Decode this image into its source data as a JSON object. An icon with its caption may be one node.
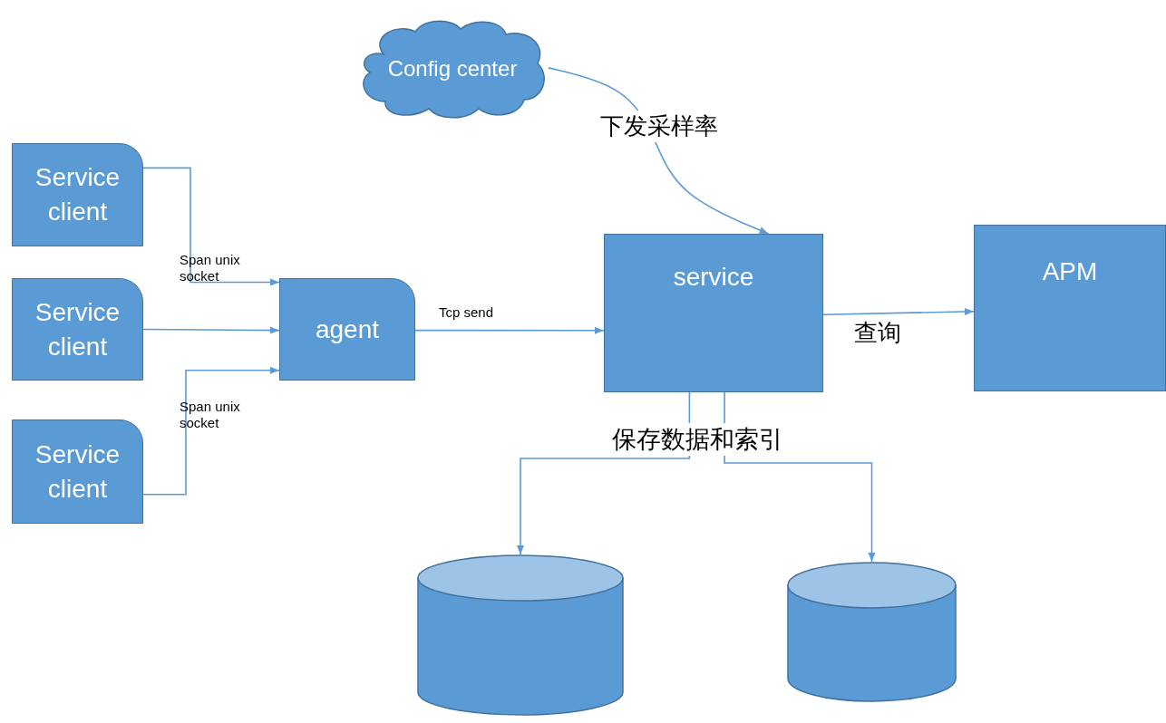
{
  "diagram": {
    "nodes": [
      {
        "text": [
          "Config center"
        ]
      },
      {
        "text": [
          "Service client"
        ]
      },
      {
        "text": [
          "Service client"
        ]
      },
      {
        "text": [
          "Service client"
        ]
      },
      {
        "text": [
          "agent"
        ]
      },
      {
        "text": [
          "service"
        ]
      },
      {
        "text": [
          "APM"
        ]
      },
      {
        "text": [],
        "shape": "cylinder"
      },
      {
        "text": [],
        "shape": "cylinder"
      }
    ],
    "edges": [
      {
        "from": 0,
        "to": 5,
        "arrow": "to",
        "label": "下发采样率"
      },
      {
        "from": 1,
        "to": 4,
        "arrow": "to",
        "label": "Span unix socket"
      },
      {
        "from": 2,
        "to": 4,
        "arrow": "to"
      },
      {
        "from": 3,
        "to": 4,
        "arrow": "to",
        "label": "Span unix socket"
      },
      {
        "from": 4,
        "to": 5,
        "arrow": "to",
        "label": "Tcp send"
      },
      {
        "from": 5,
        "to": 6,
        "arrow": "to",
        "label": "查询"
      },
      {
        "from": 5,
        "to": 7,
        "arrow": "to",
        "label": "保存数据和索引"
      },
      {
        "from": 5,
        "to": 8,
        "arrow": "to"
      }
    ]
  }
}
